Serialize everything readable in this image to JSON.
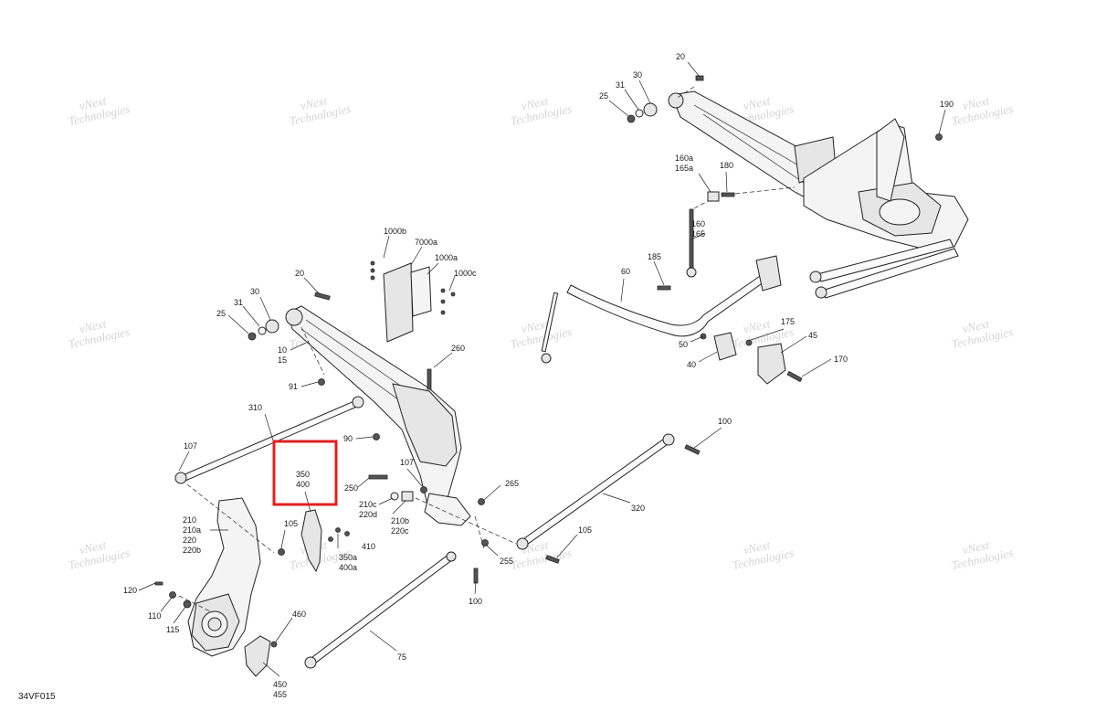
{
  "diagram_code": "34VF015",
  "watermark": {
    "line1": "vNext",
    "line2": "Technologies",
    "small": "vNext Technologies"
  },
  "highlight": {
    "color": "#e02020",
    "labels": [
      "350",
      "400"
    ]
  },
  "callouts": [
    {
      "id": "c20a",
      "text": "20"
    },
    {
      "id": "c30a",
      "text": "30"
    },
    {
      "id": "c31a",
      "text": "31"
    },
    {
      "id": "c25a",
      "text": "25"
    },
    {
      "id": "c190",
      "text": "190"
    },
    {
      "id": "c160a",
      "text": "160a"
    },
    {
      "id": "c165a",
      "text": "165a"
    },
    {
      "id": "c180",
      "text": "180"
    },
    {
      "id": "c160",
      "text": "160"
    },
    {
      "id": "c165",
      "text": "165"
    },
    {
      "id": "c185",
      "text": "185"
    },
    {
      "id": "c60",
      "text": "60"
    },
    {
      "id": "c1000b",
      "text": "1000b"
    },
    {
      "id": "c7000a",
      "text": "7000a"
    },
    {
      "id": "c1000a",
      "text": "1000a"
    },
    {
      "id": "c1000c",
      "text": "1000c"
    },
    {
      "id": "c20b",
      "text": "20"
    },
    {
      "id": "c30b",
      "text": "30"
    },
    {
      "id": "c31b",
      "text": "31"
    },
    {
      "id": "c25b",
      "text": "25"
    },
    {
      "id": "c10",
      "text": "10"
    },
    {
      "id": "c15",
      "text": "15"
    },
    {
      "id": "c260",
      "text": "260"
    },
    {
      "id": "c91",
      "text": "91"
    },
    {
      "id": "c310",
      "text": "310"
    },
    {
      "id": "c90",
      "text": "90"
    },
    {
      "id": "c107a",
      "text": "107"
    },
    {
      "id": "c107b",
      "text": "107"
    },
    {
      "id": "c350",
      "text": "350"
    },
    {
      "id": "c400",
      "text": "400"
    },
    {
      "id": "c250",
      "text": "250"
    },
    {
      "id": "c210c",
      "text": "210c"
    },
    {
      "id": "c220d",
      "text": "220d"
    },
    {
      "id": "c210b",
      "text": "210b"
    },
    {
      "id": "c220c",
      "text": "220c"
    },
    {
      "id": "c265",
      "text": "265"
    },
    {
      "id": "c210",
      "text": "210"
    },
    {
      "id": "c210a",
      "text": "210a"
    },
    {
      "id": "c220",
      "text": "220"
    },
    {
      "id": "c220b",
      "text": "220b"
    },
    {
      "id": "c105a",
      "text": "105"
    },
    {
      "id": "c410",
      "text": "410"
    },
    {
      "id": "c350a",
      "text": "350a"
    },
    {
      "id": "c400a",
      "text": "400a"
    },
    {
      "id": "c255",
      "text": "255"
    },
    {
      "id": "c100a",
      "text": "100"
    },
    {
      "id": "c100b",
      "text": "100"
    },
    {
      "id": "c105b",
      "text": "105"
    },
    {
      "id": "c320",
      "text": "320"
    },
    {
      "id": "c120",
      "text": "120"
    },
    {
      "id": "c110",
      "text": "110"
    },
    {
      "id": "c115",
      "text": "115"
    },
    {
      "id": "c460",
      "text": "460"
    },
    {
      "id": "c450",
      "text": "450"
    },
    {
      "id": "c455",
      "text": "455"
    },
    {
      "id": "c75",
      "text": "75"
    },
    {
      "id": "c175",
      "text": "175"
    },
    {
      "id": "c45",
      "text": "45"
    },
    {
      "id": "c50",
      "text": "50"
    },
    {
      "id": "c40",
      "text": "40"
    },
    {
      "id": "c170",
      "text": "170"
    }
  ]
}
